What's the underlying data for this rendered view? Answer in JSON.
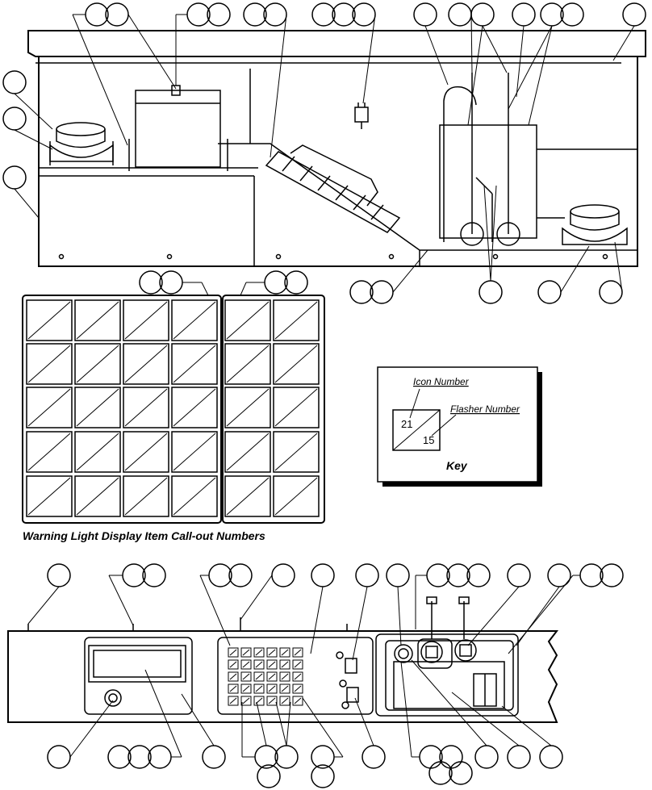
{
  "caption": "Warning Light Display Item Call-out Numbers",
  "key": {
    "title": "Key",
    "icon_label": "Icon Number",
    "flasher_label": "Flasher Number",
    "icon_example": "21",
    "flasher_example": "15"
  }
}
